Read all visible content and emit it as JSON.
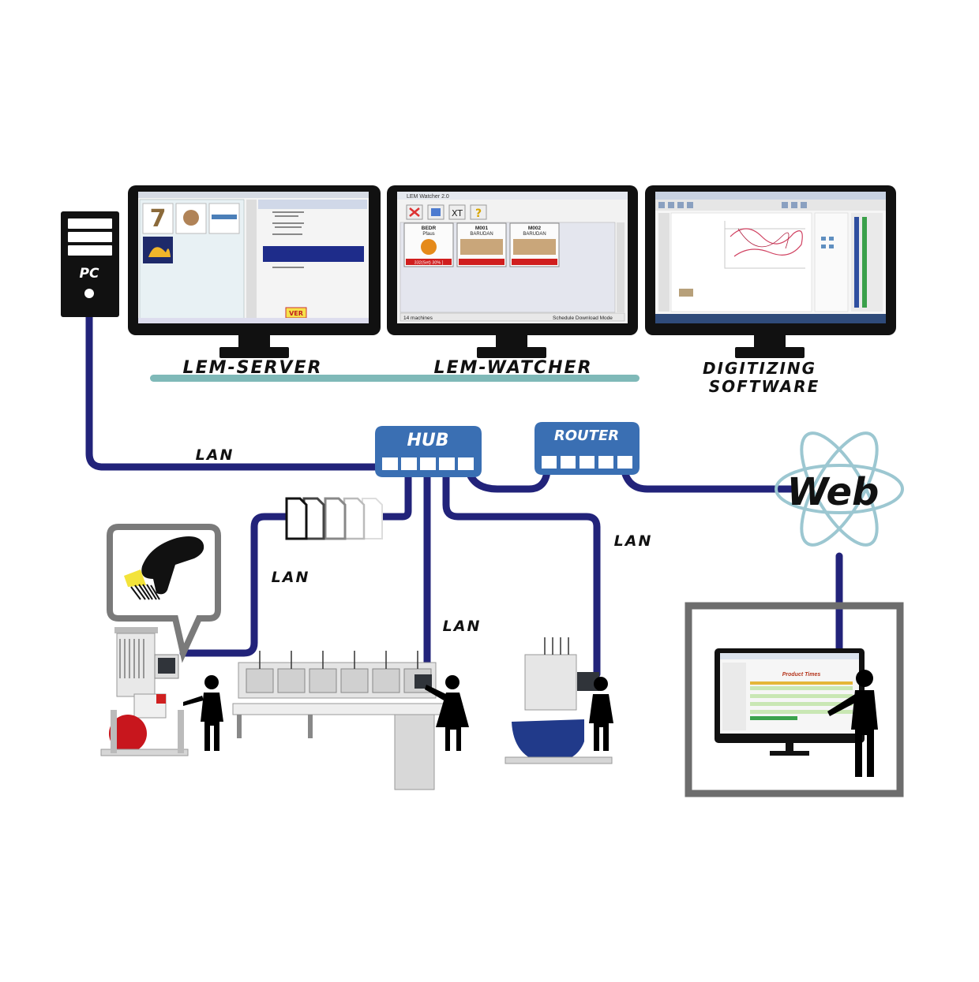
{
  "labels": {
    "pc": "PC",
    "lem_server": "LEM-SERVER",
    "lem_watcher": "LEM-WATCHER",
    "digitizing_line1": "DIGITIZING",
    "digitizing_line2": "SOFTWARE",
    "hub": "HUB",
    "router": "ROUTER",
    "web": "Web",
    "lan_pc": "LAN",
    "lan_scanner": "LAN",
    "lan_center": "LAN",
    "lan_right": "LAN"
  },
  "watcher_window": {
    "title": "LEM Watcher 2.0",
    "machines": [
      {
        "code": "BEDR",
        "maker": "Pfaus",
        "status": "332(Set) 30% ]"
      },
      {
        "code": "M001",
        "maker": "BARUDAN",
        "status": ""
      },
      {
        "code": "M002",
        "maker": "BARUDAN",
        "status": ""
      }
    ],
    "status_left": "14 machines",
    "status_right": "Schedule Download Mode"
  },
  "server_window": {
    "ver_badge": "VER"
  },
  "web_screen": {
    "title": "Product Times"
  },
  "colors": {
    "cable": "#22237a",
    "hub_blue": "#3a6fb3",
    "monitor": "#111111",
    "teal_bar": "#7fb9b8",
    "atom": "#9cc7d1",
    "frame_gray": "#6d6d6d",
    "person": "#000000"
  }
}
